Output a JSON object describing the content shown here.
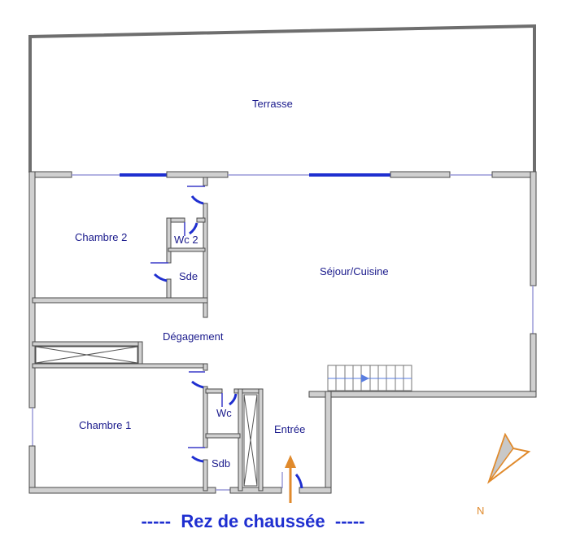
{
  "plan_title": "-----  Rez de chaussée  -----",
  "rooms": {
    "terrasse": "Terrasse",
    "chambre2": "Chambre 2",
    "wc2": "Wc 2",
    "sde": "Sde",
    "sejour": "Séjour/Cuisine",
    "degagement": "Dégagement",
    "chambre1": "Chambre 1",
    "wc": "Wc",
    "sdb": "Sdb",
    "entree": "Entrée"
  },
  "compass_label": "N",
  "colors": {
    "label": "#1a1a8c",
    "title": "#1f2fd0",
    "accent": "#e08a2c",
    "wall": "#d0d0d0"
  }
}
